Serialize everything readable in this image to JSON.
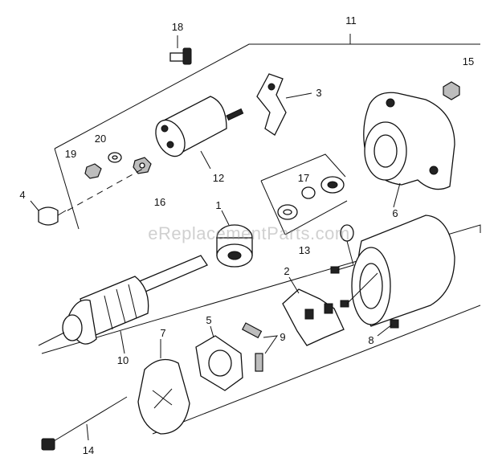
{
  "watermark": "eReplacementParts.com",
  "callouts": {
    "c1": "1",
    "c2": "2",
    "c3": "3",
    "c4": "4",
    "c5": "5",
    "c6": "6",
    "c7": "7",
    "c8": "8",
    "c9": "9",
    "c10": "10",
    "c11": "11",
    "c12": "12",
    "c13": "13",
    "c14": "14",
    "c15": "15",
    "c16": "16",
    "c17": "17",
    "c18": "18",
    "c19": "19",
    "c20": "20"
  }
}
